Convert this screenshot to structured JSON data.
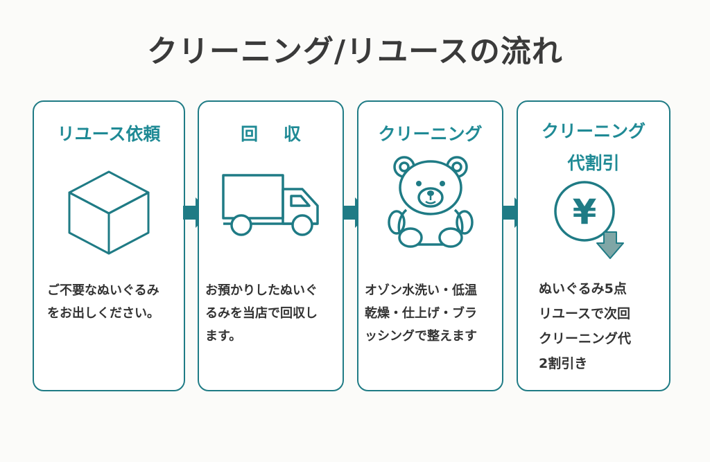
{
  "title": "クリーニング/リユースの流れ",
  "colors": {
    "accent": "#1f7b85",
    "heading": "#1f8a95",
    "text": "#333333",
    "down_arrow": "#7fa6a6"
  },
  "steps": [
    {
      "heading_lines": [
        "リユース依頼"
      ],
      "icon": "box-icon",
      "desc_lines": [
        "ご不要なぬいぐるみ",
        "をお出しください。"
      ]
    },
    {
      "heading_lines": [
        "回 収"
      ],
      "icon": "truck-icon",
      "desc_lines": [
        "お預かりしたぬいぐ",
        "るみを当店で回収し",
        "ます。"
      ]
    },
    {
      "heading_lines": [
        "クリーニング"
      ],
      "icon": "teddy-bear-icon",
      "desc_lines": [
        "オゾン水洗い・低温",
        "乾燥・仕上げ・ブラ",
        "ッシングで整えます"
      ]
    },
    {
      "heading_lines": [
        "クリーニング",
        "代割引"
      ],
      "icon": "yen-discount-icon",
      "icon_text": "¥",
      "desc_lines": [
        "ぬいぐるみ5点",
        "リユースで次回",
        "クリーニング代",
        "2割引き"
      ]
    }
  ]
}
